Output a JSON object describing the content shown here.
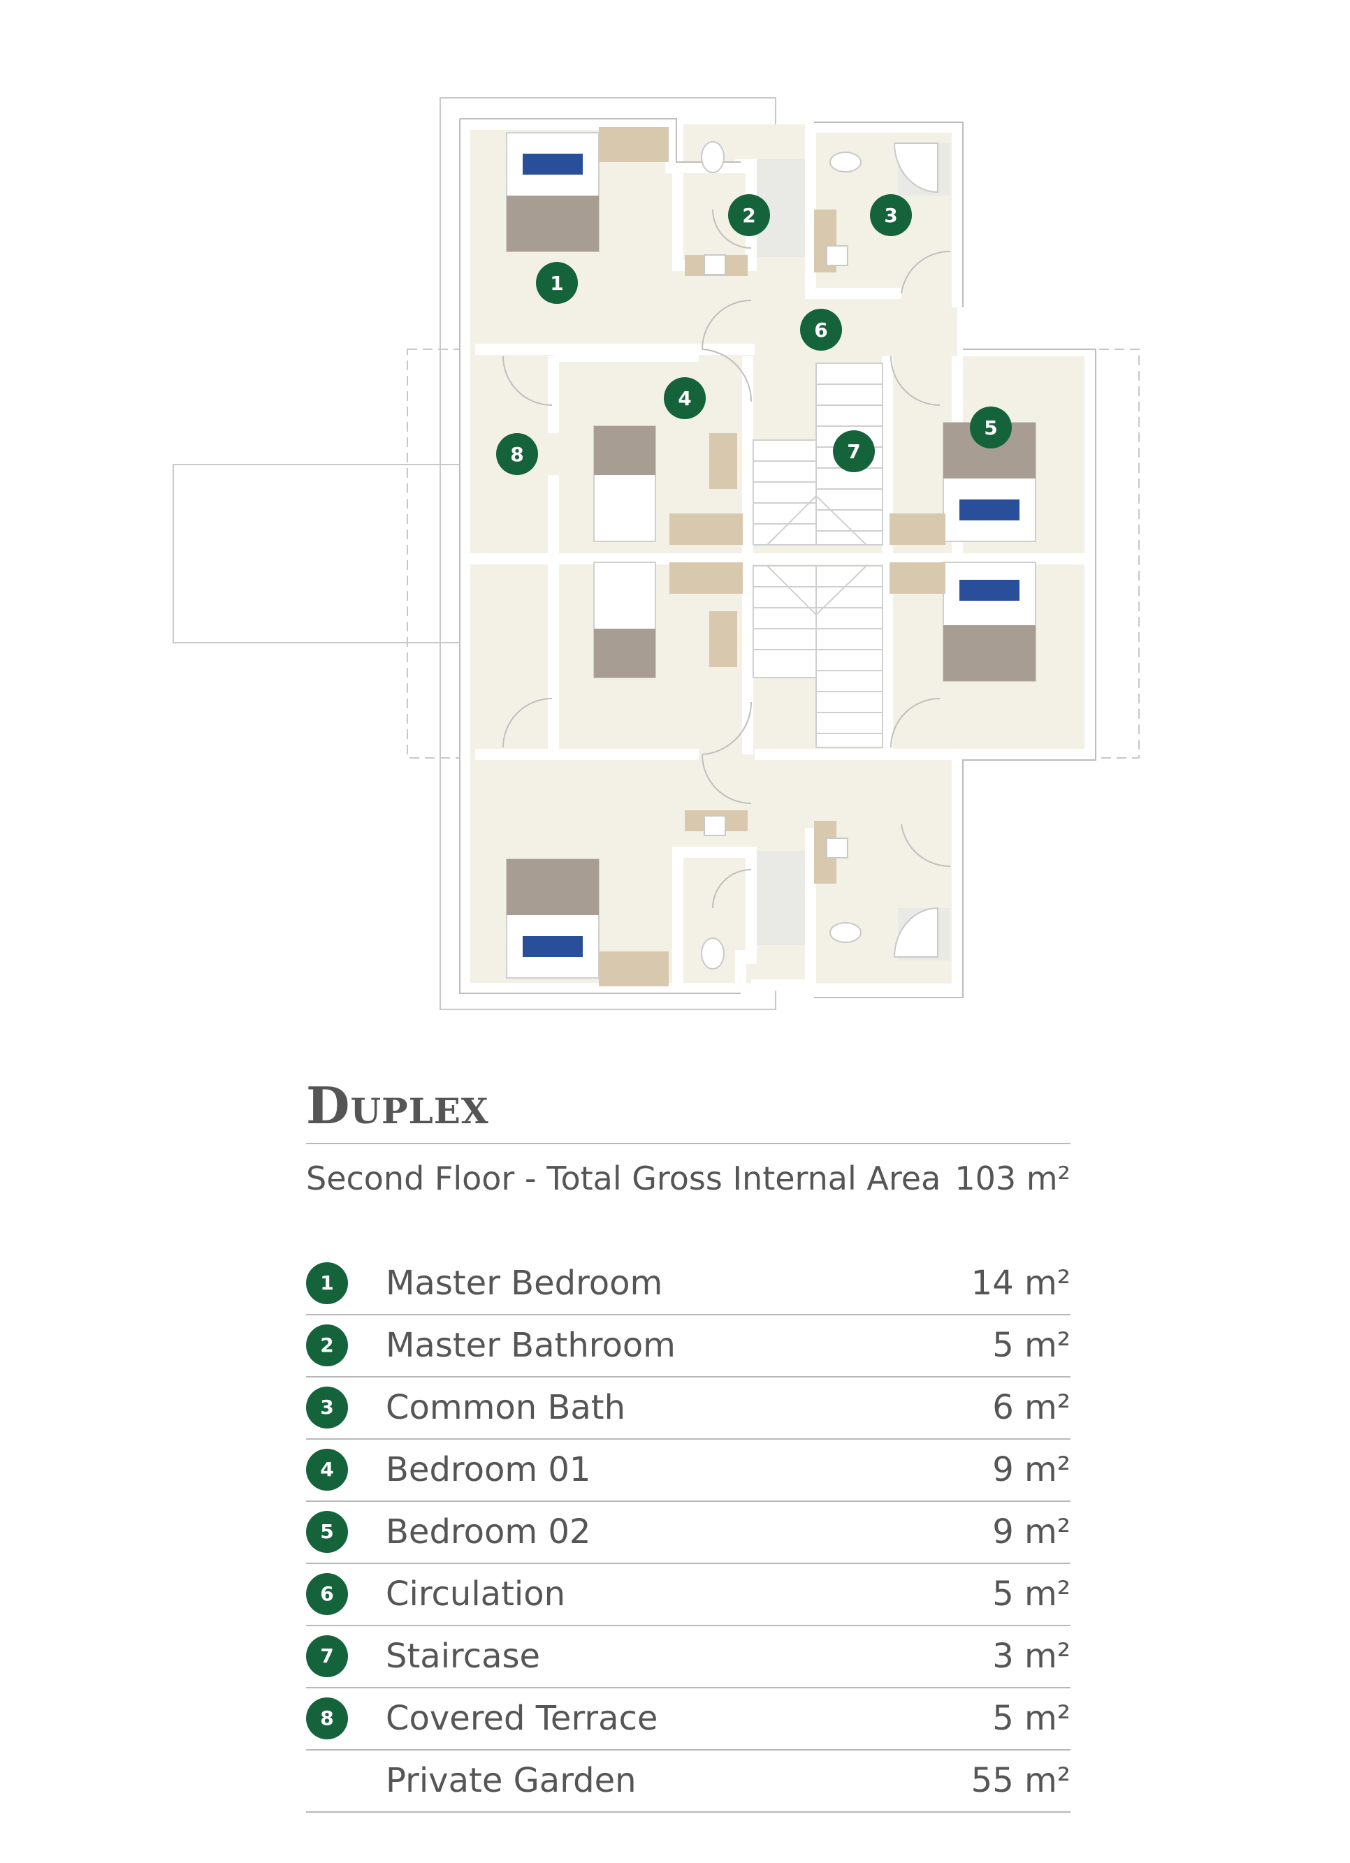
{
  "title": "Duplex",
  "subtitle": {
    "label": "Second Floor - Total Gross Internal Area",
    "value": "103 m²"
  },
  "rooms": [
    {
      "num": "1",
      "name": "Master Bedroom",
      "area": "14 m²"
    },
    {
      "num": "2",
      "name": "Master Bathroom",
      "area": "5 m²"
    },
    {
      "num": "3",
      "name": "Common Bath",
      "area": "6 m²"
    },
    {
      "num": "4",
      "name": "Bedroom 01",
      "area": "9 m²"
    },
    {
      "num": "5",
      "name": "Bedroom 02",
      "area": "9 m²"
    },
    {
      "num": "6",
      "name": "Circulation",
      "area": "5 m²"
    },
    {
      "num": "7",
      "name": "Staircase",
      "area": "3 m²"
    },
    {
      "num": "8",
      "name": "Covered Terrace",
      "area": "5 m²"
    },
    {
      "num": "",
      "name": "Private Garden",
      "area": "55 m²"
    }
  ],
  "plan_markers": [
    "1",
    "2",
    "3",
    "4",
    "5",
    "6",
    "7",
    "8"
  ],
  "colors": {
    "accent": "#14633b",
    "floor": "#f3f1e6",
    "wall": "#ffffff",
    "bed": "#a89d92",
    "wood": "#d8c8ae",
    "pillow": "#2a4f9a"
  }
}
